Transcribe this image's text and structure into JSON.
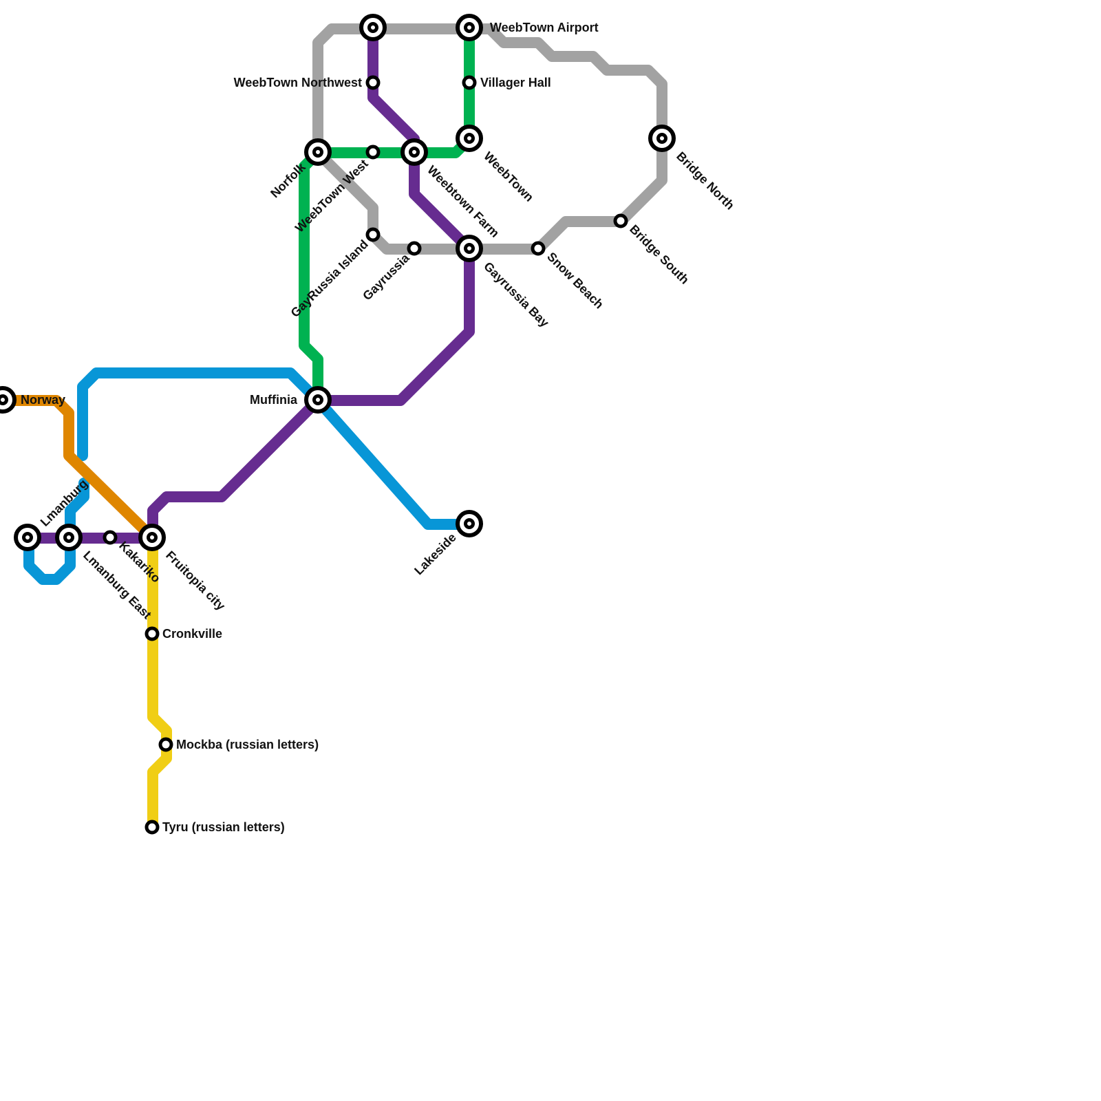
{
  "map": {
    "lines": [
      {
        "id": "gray",
        "color": "#a2a2a2"
      },
      {
        "id": "purple",
        "color": "#662c90"
      },
      {
        "id": "green",
        "color": "#00b251"
      },
      {
        "id": "blue",
        "color": "#0896d7"
      },
      {
        "id": "orange",
        "color": "#df8600"
      },
      {
        "id": "yellow",
        "color": "#f0ce15"
      }
    ],
    "stations": {
      "weebtown_airport": "WeebTown Airport",
      "weebtown_northwest": "WeebTown Northwest",
      "villager_hall": "Villager Hall",
      "weebtown": "WeebTown",
      "bridge_north": "Bridge North",
      "norfolk": "Norfolk",
      "weebtown_west": "WeebTown West",
      "weebtown_farm": "Weebtown Farm",
      "gayrussia_island": "GayRussia Island",
      "gayrussia": "Gayrussia",
      "gayrussia_bay": "Gayrussia Bay",
      "snow_beach": "Snow Beach",
      "bridge_south": "Bridge South",
      "muffinia": "Muffinia",
      "norway": "Norway",
      "lmanburg": "Lmanburg",
      "lmanburg_east": "Lmanburg East",
      "kakariko": "Kakariko",
      "fruitopia_city": "Fruitopia city",
      "lakeside": "Lakeside",
      "cronkville": "Cronkville",
      "mockba": "Mockba (russian letters)",
      "tyru": "Tyru (russian letters)"
    }
  }
}
